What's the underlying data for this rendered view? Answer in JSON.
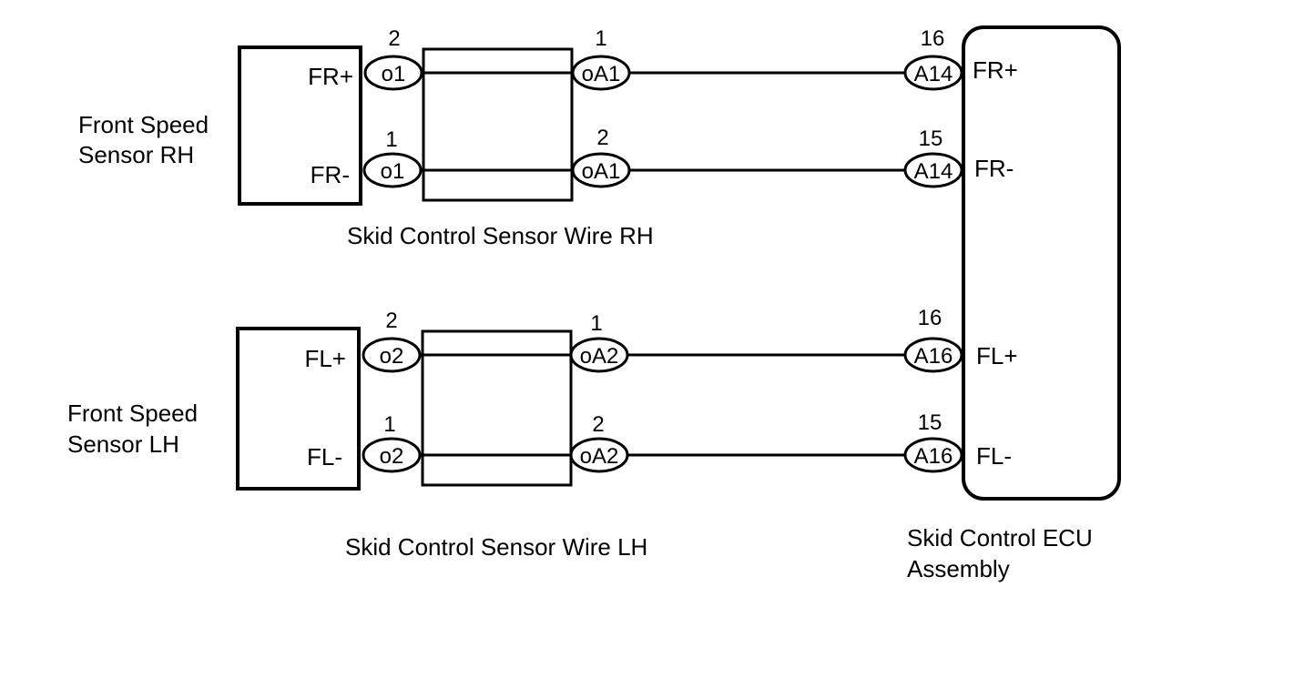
{
  "components": {
    "sensor_rh": {
      "line1": "Front Speed",
      "line2": "Sensor RH",
      "pos": "FR+",
      "neg": "FR-"
    },
    "sensor_lh": {
      "line1": "Front Speed",
      "line2": "Sensor LH",
      "pos": "FL+",
      "neg": "FL-"
    },
    "wire_rh": {
      "label": "Skid Control Sensor Wire RH"
    },
    "wire_lh": {
      "label": "Skid Control Sensor Wire LH"
    },
    "ecu": {
      "line1": "Skid Control ECU",
      "line2": "Assembly"
    }
  },
  "circuits": [
    {
      "sensor_pin": "2",
      "sensor_conn": "o1",
      "wire_pin": "1",
      "wire_conn": "oA1",
      "ecu_pin": "16",
      "ecu_conn": "A14",
      "ecu_term": "FR+"
    },
    {
      "sensor_pin": "1",
      "sensor_conn": "o1",
      "wire_pin": "2",
      "wire_conn": "oA1",
      "ecu_pin": "15",
      "ecu_conn": "A14",
      "ecu_term": "FR-"
    },
    {
      "sensor_pin": "2",
      "sensor_conn": "o2",
      "wire_pin": "1",
      "wire_conn": "oA2",
      "ecu_pin": "16",
      "ecu_conn": "A16",
      "ecu_term": "FL+"
    },
    {
      "sensor_pin": "1",
      "sensor_conn": "o2",
      "wire_pin": "2",
      "wire_conn": "oA2",
      "ecu_pin": "15",
      "ecu_conn": "A16",
      "ecu_term": "FL-"
    }
  ]
}
